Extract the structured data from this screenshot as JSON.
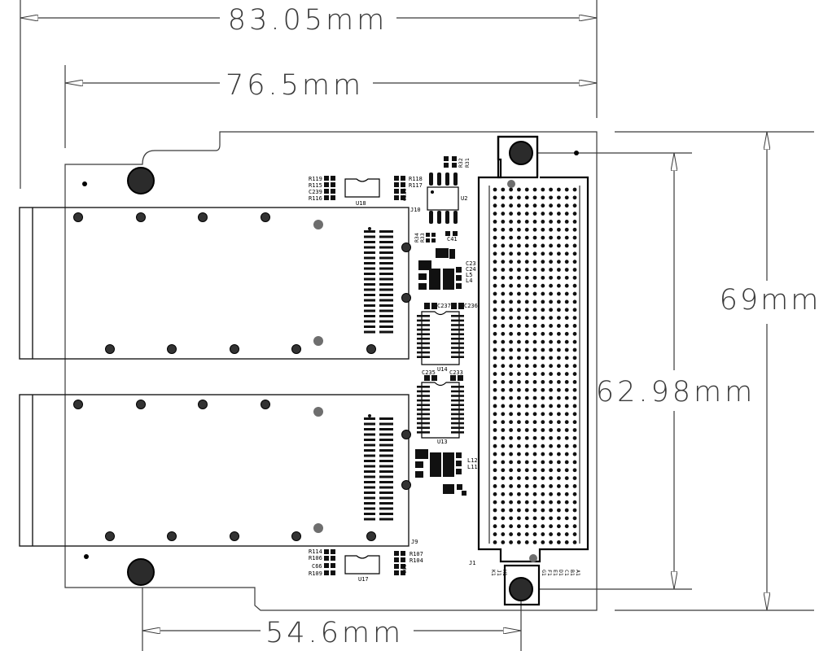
{
  "dimensions": {
    "overall_width": "83.05mm",
    "board_width": "76.5mm",
    "connector_offset": "54.6mm",
    "overall_height": "69mm",
    "pin_span": "62.98mm"
  },
  "components": {
    "resistors_u18_left": [
      "R119",
      "R115",
      "C239",
      "R116"
    ],
    "resistors_u18_right": [
      "R118",
      "R117"
    ],
    "u18": "U18",
    "u2": "U2",
    "r32_r31": [
      "R32",
      "R31"
    ],
    "r34_r33": [
      "R34",
      "R33"
    ],
    "c41": "C41",
    "j10": "J10",
    "j9": "J9",
    "j1": "J1",
    "upper_caps": [
      "C23",
      "C24",
      "L5",
      "L4"
    ],
    "c237": "C237",
    "c236": "C236",
    "u14": "U14",
    "c235": "C235",
    "c233": "C233",
    "u13": "U13",
    "lower_caps": [
      "L12",
      "L11"
    ],
    "resistors_u17_left": [
      "R114",
      "R106",
      "C66",
      "R109"
    ],
    "resistors_u17_right": [
      "R107",
      "R104"
    ],
    "u17": "U17",
    "row_labels_left": [
      "K1",
      "J1",
      "H1"
    ],
    "row_labels_right": [
      "G1",
      "F1",
      "E1",
      "D1",
      "C1",
      "B1",
      "A1"
    ]
  },
  "colors": {
    "line": "#1a1a1a",
    "dim_line": "#3a3a3a",
    "fill_dark": "#2b2b2b",
    "fill_gray": "#6e6e6e"
  }
}
